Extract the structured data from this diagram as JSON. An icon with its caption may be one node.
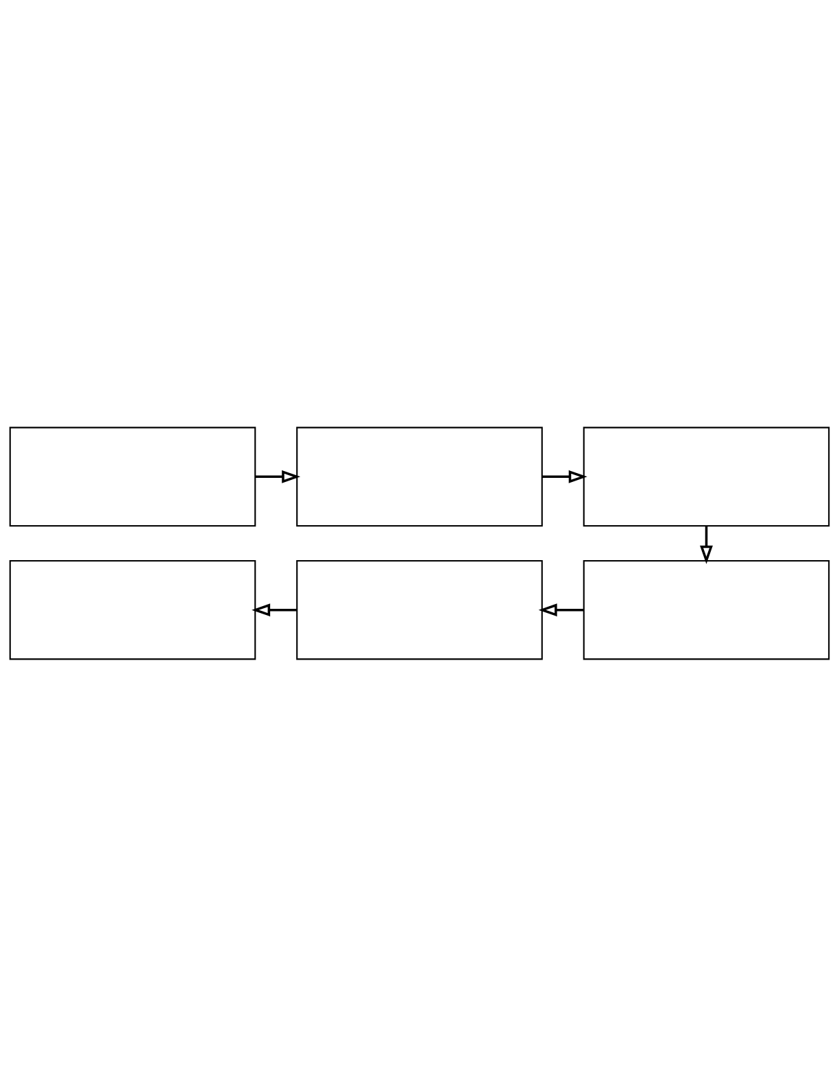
{
  "diagram": {
    "nodes": [
      {
        "text": [],
        "shape": "box"
      },
      {
        "text": [],
        "shape": "box"
      },
      {
        "text": [],
        "shape": "box"
      },
      {
        "text": [],
        "shape": "box"
      },
      {
        "text": [],
        "shape": "box"
      },
      {
        "text": [],
        "shape": "box"
      }
    ],
    "edges": [
      {
        "from": 0,
        "to": 1,
        "arrow": "to"
      },
      {
        "from": 1,
        "to": 2,
        "arrow": "to"
      },
      {
        "from": 2,
        "to": 5,
        "arrow": "to"
      },
      {
        "from": 5,
        "to": 4,
        "arrow": "to"
      },
      {
        "from": 4,
        "to": 3,
        "arrow": "to"
      }
    ]
  }
}
